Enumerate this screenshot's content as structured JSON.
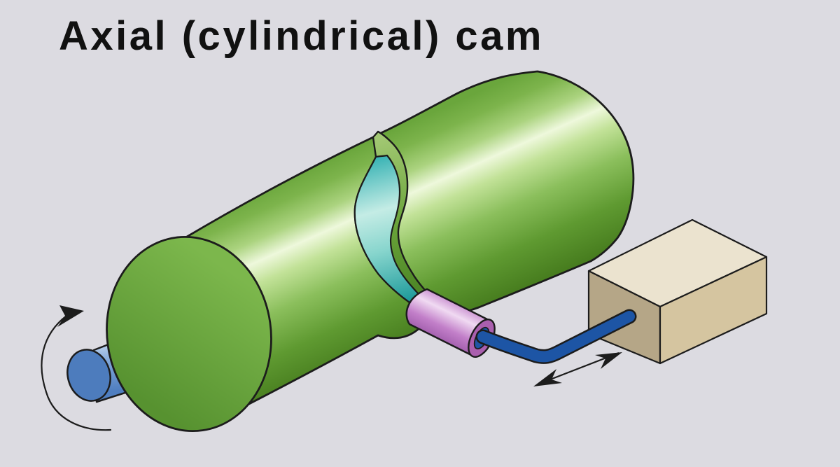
{
  "title": "Axial (cylindrical) cam",
  "diagram": {
    "type": "technical-illustration",
    "subject": "axial-cylindrical-cam-mechanism",
    "icons": {
      "rotation_indicator": "curved-rotation-arrow",
      "travel_indicator": "double-headed-arrow"
    },
    "colors": {
      "background": "#dcdbe1",
      "ink": "#1c1c1c",
      "title_text": "#111111",
      "green_dark": "#44791c",
      "green_mid": "#6aa63c",
      "green_light": "#abd37f",
      "green_highlight": "#eef8dc",
      "face_light": "#7cb74c",
      "face_dark": "#579230",
      "wall_light": "#a2c873",
      "wall_dark": "#447d20",
      "teal_dark": "#0c9193",
      "teal_mid": "#2fafb1",
      "teal_light": "#c4ece5",
      "shaft_light": "#c9dcf2",
      "shaft_mid": "#7fa6da",
      "shaft_dark": "#4f7ec0",
      "shaft_cap": "#4d7cbd",
      "pink_light": "#f0daf2",
      "pink_mid": "#c98fd0",
      "pink_dark": "#a35fae",
      "ring_pink": "#aa5fae",
      "rod_blue": "#1d55a5",
      "block_top": "#ebe3cf",
      "block_left": "#b5a687",
      "block_right": "#d5c5a0"
    }
  }
}
